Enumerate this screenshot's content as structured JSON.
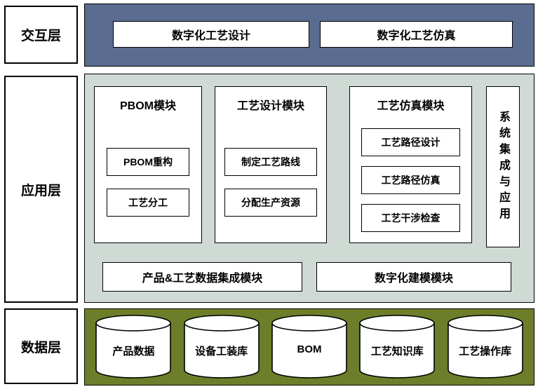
{
  "layers": {
    "interaction": {
      "label": "交互层",
      "items": [
        "数字化工艺设计",
        "数字化工艺仿真"
      ]
    },
    "application": {
      "label": "应用层",
      "modules": [
        {
          "title": "PBOM模块",
          "items": [
            "PBOM重构",
            "工艺分工"
          ]
        },
        {
          "title": "工艺设计模块",
          "items": [
            "制定工艺路线",
            "分配生产资源"
          ]
        },
        {
          "title": "工艺仿真模块",
          "items": [
            "工艺路径设计",
            "工艺路径仿真",
            "工艺干涉检查"
          ]
        }
      ],
      "side_label": "系统集成与应用",
      "bottom_modules": [
        "产品&工艺数据集成模块",
        "数字化建模模块"
      ]
    },
    "data": {
      "label": "数据层",
      "stores": [
        "产品数据",
        "设备工装库",
        "BOM",
        "工艺知识库",
        "工艺操作库"
      ]
    }
  },
  "colors": {
    "interaction_band": "#5a6c90",
    "application_band": "#cfdad4",
    "data_band": "#6d7e2a",
    "box_bg": "#ffffff",
    "border": "#000000"
  }
}
